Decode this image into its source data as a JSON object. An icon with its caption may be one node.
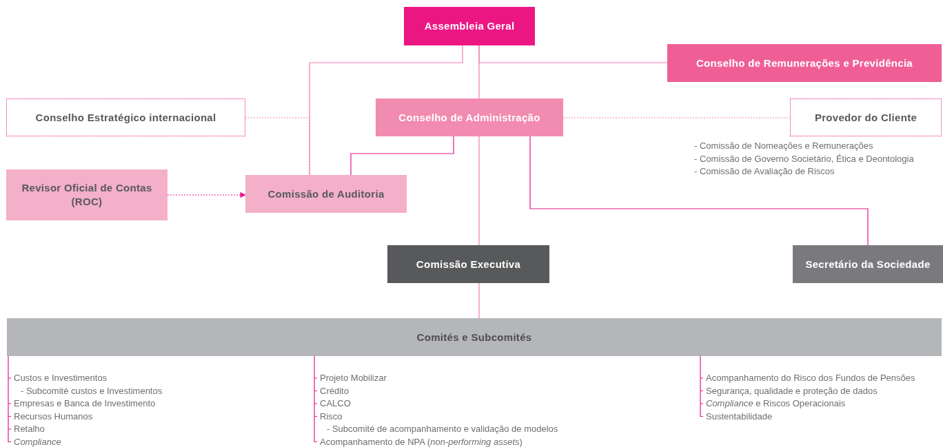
{
  "diagram": {
    "nodes": [
      {
        "text": [
          "Assembleia Geral"
        ]
      },
      {
        "text": [
          "Conselho de Remunerações e Previdência"
        ]
      },
      {
        "text": [
          "Conselho Estratégico internacional"
        ]
      },
      {
        "text": [
          "Conselho de Administração"
        ]
      },
      {
        "text": [
          "Provedor do Cliente"
        ]
      },
      {
        "text": [
          "Revisor Oficial de Contas (ROC)"
        ]
      },
      {
        "text": [
          "Comissão de Auditoria"
        ]
      },
      {
        "text": [
          "Comissão Executiva"
        ]
      },
      {
        "text": [
          "Secretário da Sociedade"
        ]
      },
      {
        "text": [
          "Comités e Subcomités"
        ]
      }
    ],
    "edges": [
      {
        "from": 0,
        "to": 1,
        "arrow": "none"
      },
      {
        "from": 0,
        "to": 3,
        "arrow": "none"
      },
      {
        "from": 0,
        "to": 6,
        "arrow": "none"
      },
      {
        "from": 2,
        "to": 6,
        "arrow": "none",
        "style": "dashed"
      },
      {
        "from": 3,
        "to": 4,
        "arrow": "none",
        "style": "dashed"
      },
      {
        "from": 3,
        "to": 6,
        "arrow": "none",
        "color": "#e8178a"
      },
      {
        "from": 5,
        "to": 6,
        "arrow": "to",
        "style": "dashed",
        "color": "#e8178a"
      },
      {
        "from": 3,
        "to": 7,
        "arrow": "none"
      },
      {
        "from": 3,
        "to": 8,
        "arrow": "none",
        "color": "#e8178a"
      },
      {
        "from": 7,
        "to": 9,
        "arrow": "none"
      }
    ],
    "labels": [
      "- Comissão de Nomeações e Remunerações",
      "- Comissão de Governo Societário, Ética e Deontologia",
      "- Comissão de Avaliação de Riscos",
      "Custos e Investimentos",
      "- Subcomité custos e Investimentos",
      "Empresas e Banca de Investimento",
      "Recursos Humanos",
      "Retalho",
      "*Compliance*",
      "Projeto Mobilizar",
      "Crédito",
      "CALCO",
      "Risco",
      "- Subcomité de acompanhamento e validação de modelos",
      "Acompanhamento de NPA (*non-performing assets*)",
      "Acompanhamento do Risco dos Fundos de Pensões",
      "Segurança, qualidade e proteção de dados",
      "*Compliance* e Riscos Operacionais",
      "Sustentabilidade"
    ]
  }
}
